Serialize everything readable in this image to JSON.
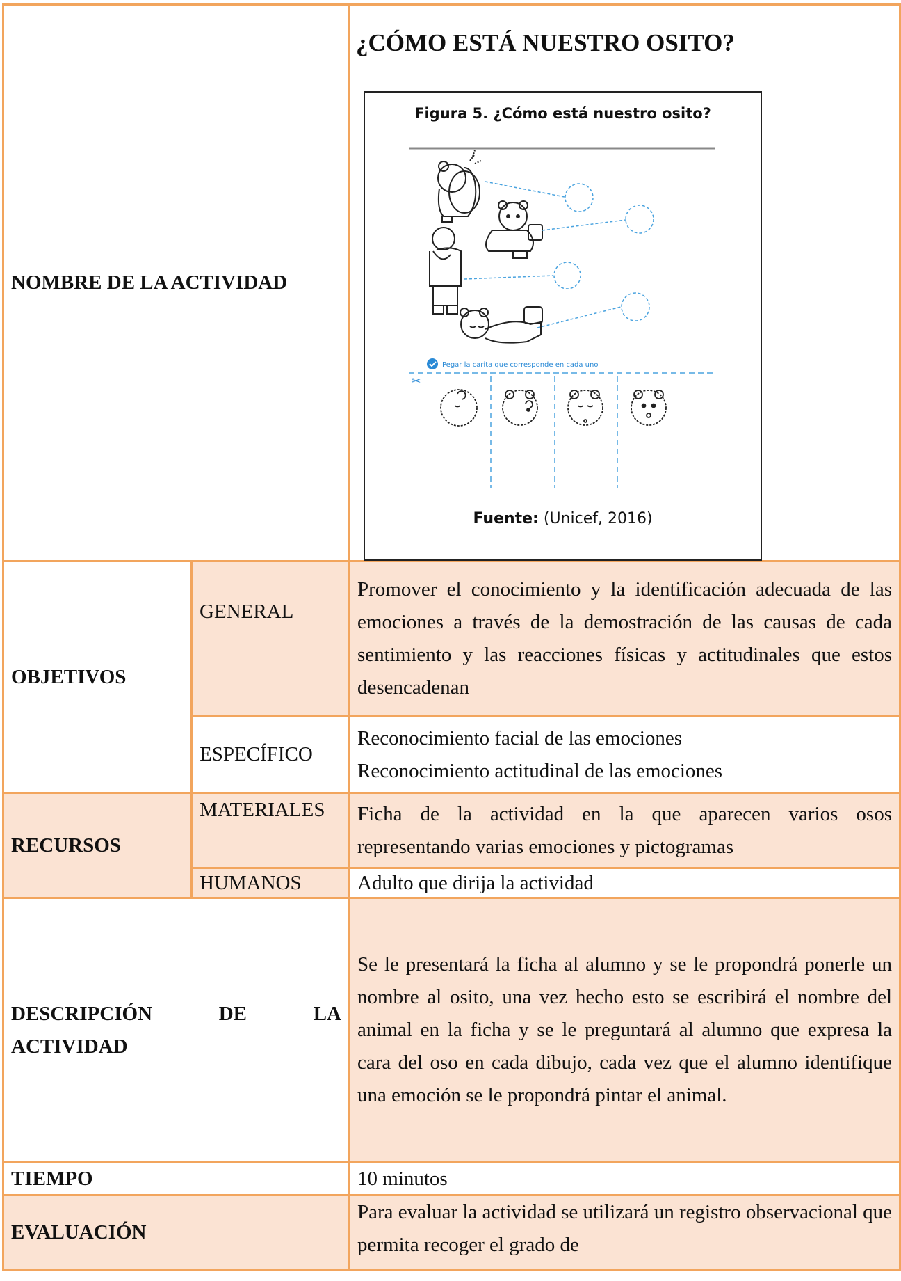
{
  "activity": {
    "name_label": "NOMBRE DE LA ACTIVIDAD",
    "title": "¿CÓMO ESTÁ NUESTRO OSITO?"
  },
  "figure": {
    "caption": "Figura 5. ¿Cómo está nuestro osito?",
    "instruction": "Pegar la carita que corresponde en cada uno",
    "source_label": "Fuente:",
    "source_text": "(Unicef, 2016)"
  },
  "objectives": {
    "label": "OBJETIVOS",
    "general_label": "GENERAL",
    "general_text": "Promover el conocimiento y la identificación adecuada de las emociones a través de la demostración de las causas de cada sentimiento y las reacciones físicas y actitudinales que estos desencadenan",
    "specific_label": "ESPECÍFICO",
    "specific_lines": [
      "Reconocimiento facial de las emociones",
      "Reconocimiento actitudinal de las emociones"
    ]
  },
  "resources": {
    "label": "RECURSOS",
    "materials_label": "MATERIALES",
    "materials_text": "Ficha de la actividad en la que aparecen varios osos representando varias emociones y pictogramas",
    "humans_label": "HUMANOS",
    "humans_text": "Adulto que dirija la actividad"
  },
  "description": {
    "label_words": [
      "DESCRIPCIÓN",
      "DE",
      "LA"
    ],
    "label_line2": "ACTIVIDAD",
    "text": "Se le presentará la ficha al alumno y se le propondrá ponerle un nombre al osito, una vez hecho esto se escribirá el nombre del animal en la ficha y se le preguntará al alumno que expresa la cara del oso en cada dibujo, cada vez que el alumno identifique una emoción se le propondrá pintar el animal."
  },
  "time": {
    "label": "TIEMPO",
    "text": "10 minutos"
  },
  "evaluation": {
    "label": "EVALUACIÓN",
    "text": "Para evaluar la actividad se utilizará un registro observacional que permita recoger el grado de"
  },
  "colors": {
    "border": "#f2a55d",
    "peach": "#fbe3d3",
    "dash": "#4aa3df"
  }
}
